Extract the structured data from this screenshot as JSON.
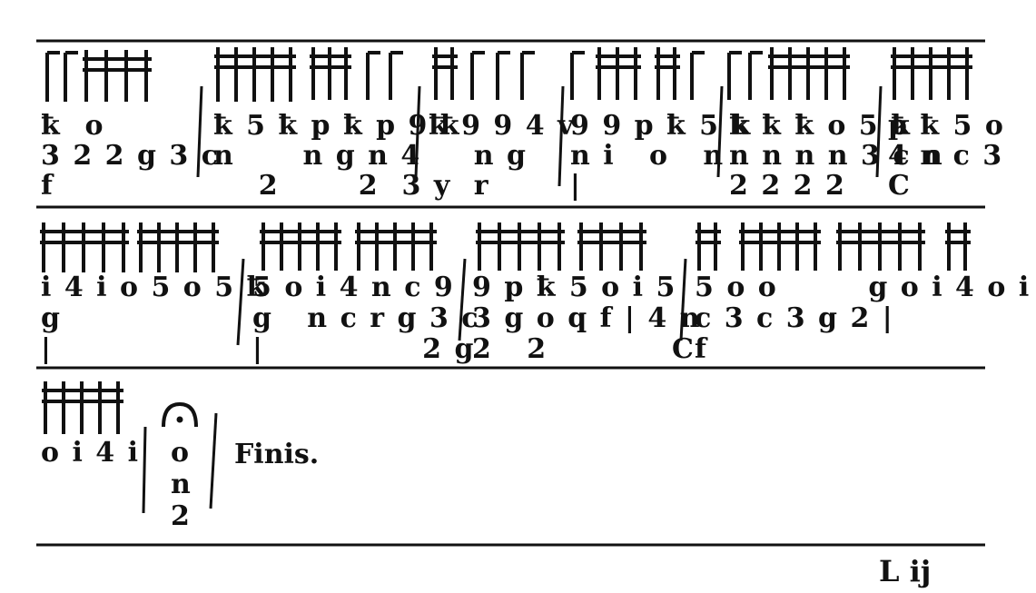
{
  "systems": [
    {
      "measures": [
        {
          "lines": [
            "ꝁ  o",
            "3 2 2 g 3 c",
            "f"
          ]
        },
        {
          "lines": [
            "ꝁ 5 ꝁ p ꝁ p 9 ꝁ",
            "n      n g n 4",
            "    2       2  3 y"
          ]
        },
        {
          "lines": [
            "ꝁ 9 9 4 v",
            "    n g",
            "    r"
          ]
        },
        {
          "lines": [
            "9 9 p ꝁ 5 ꝁ",
            "n i   o   n",
            "|"
          ]
        },
        {
          "lines": [
            "ꝁ ꝁ ꝁ o 5 ꝁ",
            "n n n n 3 c n",
            "2 2 2 2"
          ]
        },
        {
          "lines": [
            "p ꝁ 5 o",
            "4 n c 3",
            "C"
          ]
        }
      ]
    },
    {
      "measures": [
        {
          "lines": [
            "i 4 i o 5 o 5 ꝁ",
            "g",
            "|"
          ]
        },
        {
          "lines": [
            "5 o i 4 n c 9",
            "g   n c r g 3 c",
            "|              2 g"
          ]
        },
        {
          "lines": [
            "9 p ꝁ 5 o i 5",
            "3 g o q f | 4 n",
            "2   2           C"
          ]
        },
        {
          "lines": [
            "5 o o        g o i 4 o i",
            "c 3 c 3 g 2 |",
            "f"
          ]
        }
      ]
    },
    {
      "measures": [
        {
          "lines": [
            "o i 4 i",
            "",
            ""
          ]
        },
        {
          "lines": [
            "o",
            "n",
            "2"
          ]
        }
      ],
      "closing_text": "Finis."
    }
  ],
  "page_signature": "L ij"
}
